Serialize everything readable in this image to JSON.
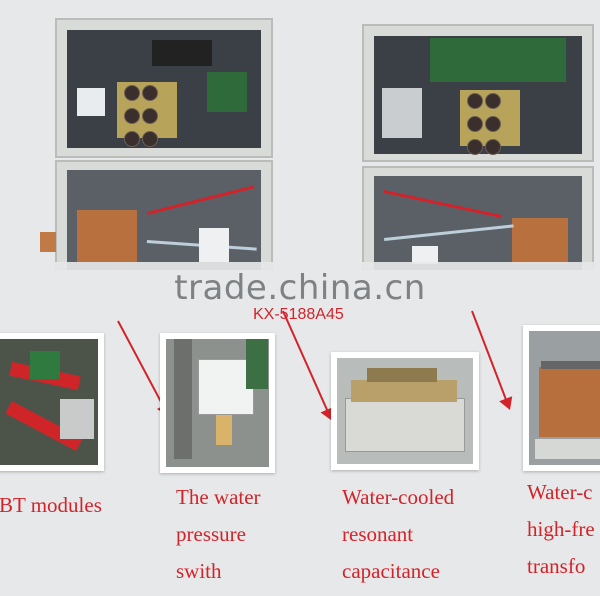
{
  "watermark": "trade.china.cn",
  "model_label": "KX-5188A45",
  "callouts": [
    {
      "id": "igbt",
      "lines": [
        "BT modules"
      ]
    },
    {
      "id": "water-pressure",
      "lines": [
        "The water",
        "pressure",
        "swith"
      ]
    },
    {
      "id": "capacitance",
      "lines": [
        "Water-cooled",
        "resonant",
        "capacitance"
      ]
    },
    {
      "id": "transformer",
      "lines": [
        "Water-c",
        "high-fre",
        "transfo"
      ]
    }
  ],
  "colors": {
    "annotation_red": "#d3232a",
    "cabinet": "#d9dbd8",
    "copper": "#b9703f"
  }
}
